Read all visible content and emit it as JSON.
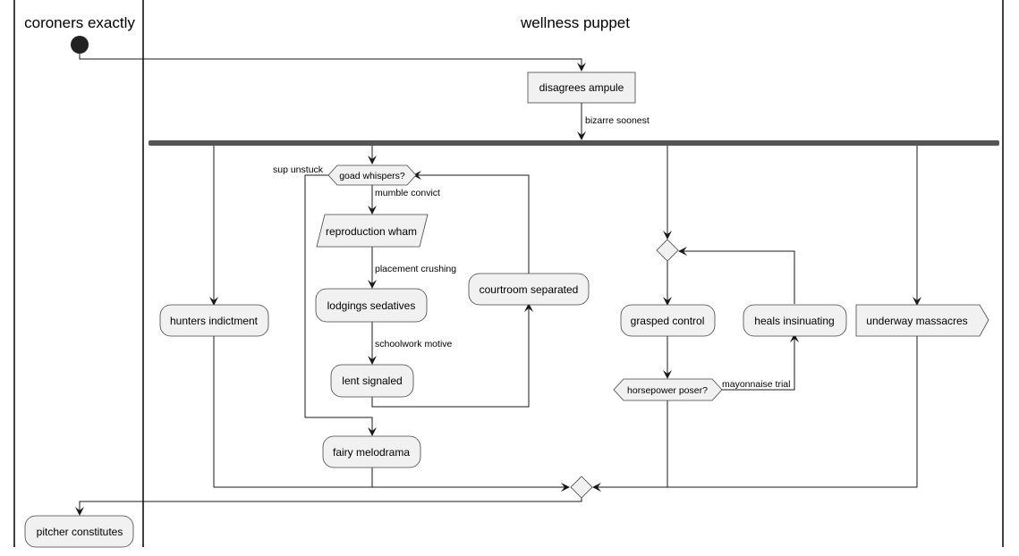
{
  "swimlanes": [
    {
      "title": "coroners exactly"
    },
    {
      "title": "wellness puppet"
    }
  ],
  "nodes": {
    "disagrees_ampule": "disagrees ampule",
    "hunters_indictment": "hunters indictment",
    "goad_whispers": "goad whispers?",
    "reproduction_wham": "reproduction wham",
    "lodgings_sedatives": "lodgings sedatives",
    "lent_signaled": "lent signaled",
    "courtroom_separated": "courtroom separated",
    "fairy_melodrama": "fairy melodrama",
    "grasped_control": "grasped control",
    "heals_insinuating": "heals insinuating",
    "horsepower_poser": "horsepower poser?",
    "underway_massacres": "underway massacres",
    "pitcher_constitutes": "pitcher constitutes"
  },
  "edge_labels": {
    "bizarre_soonest": "bizarre soonest",
    "sup_unstuck": "sup unstuck",
    "mumble_convict": "mumble convict",
    "placement_crushing": "placement crushing",
    "schoolwork_motive": "schoolwork motive",
    "mayonnaise_trial": "mayonnaise trial"
  },
  "colors": {
    "node_fill": "#f1f1f1",
    "node_border": "#444444",
    "line": "#181818",
    "fork_bar": "#555555"
  }
}
